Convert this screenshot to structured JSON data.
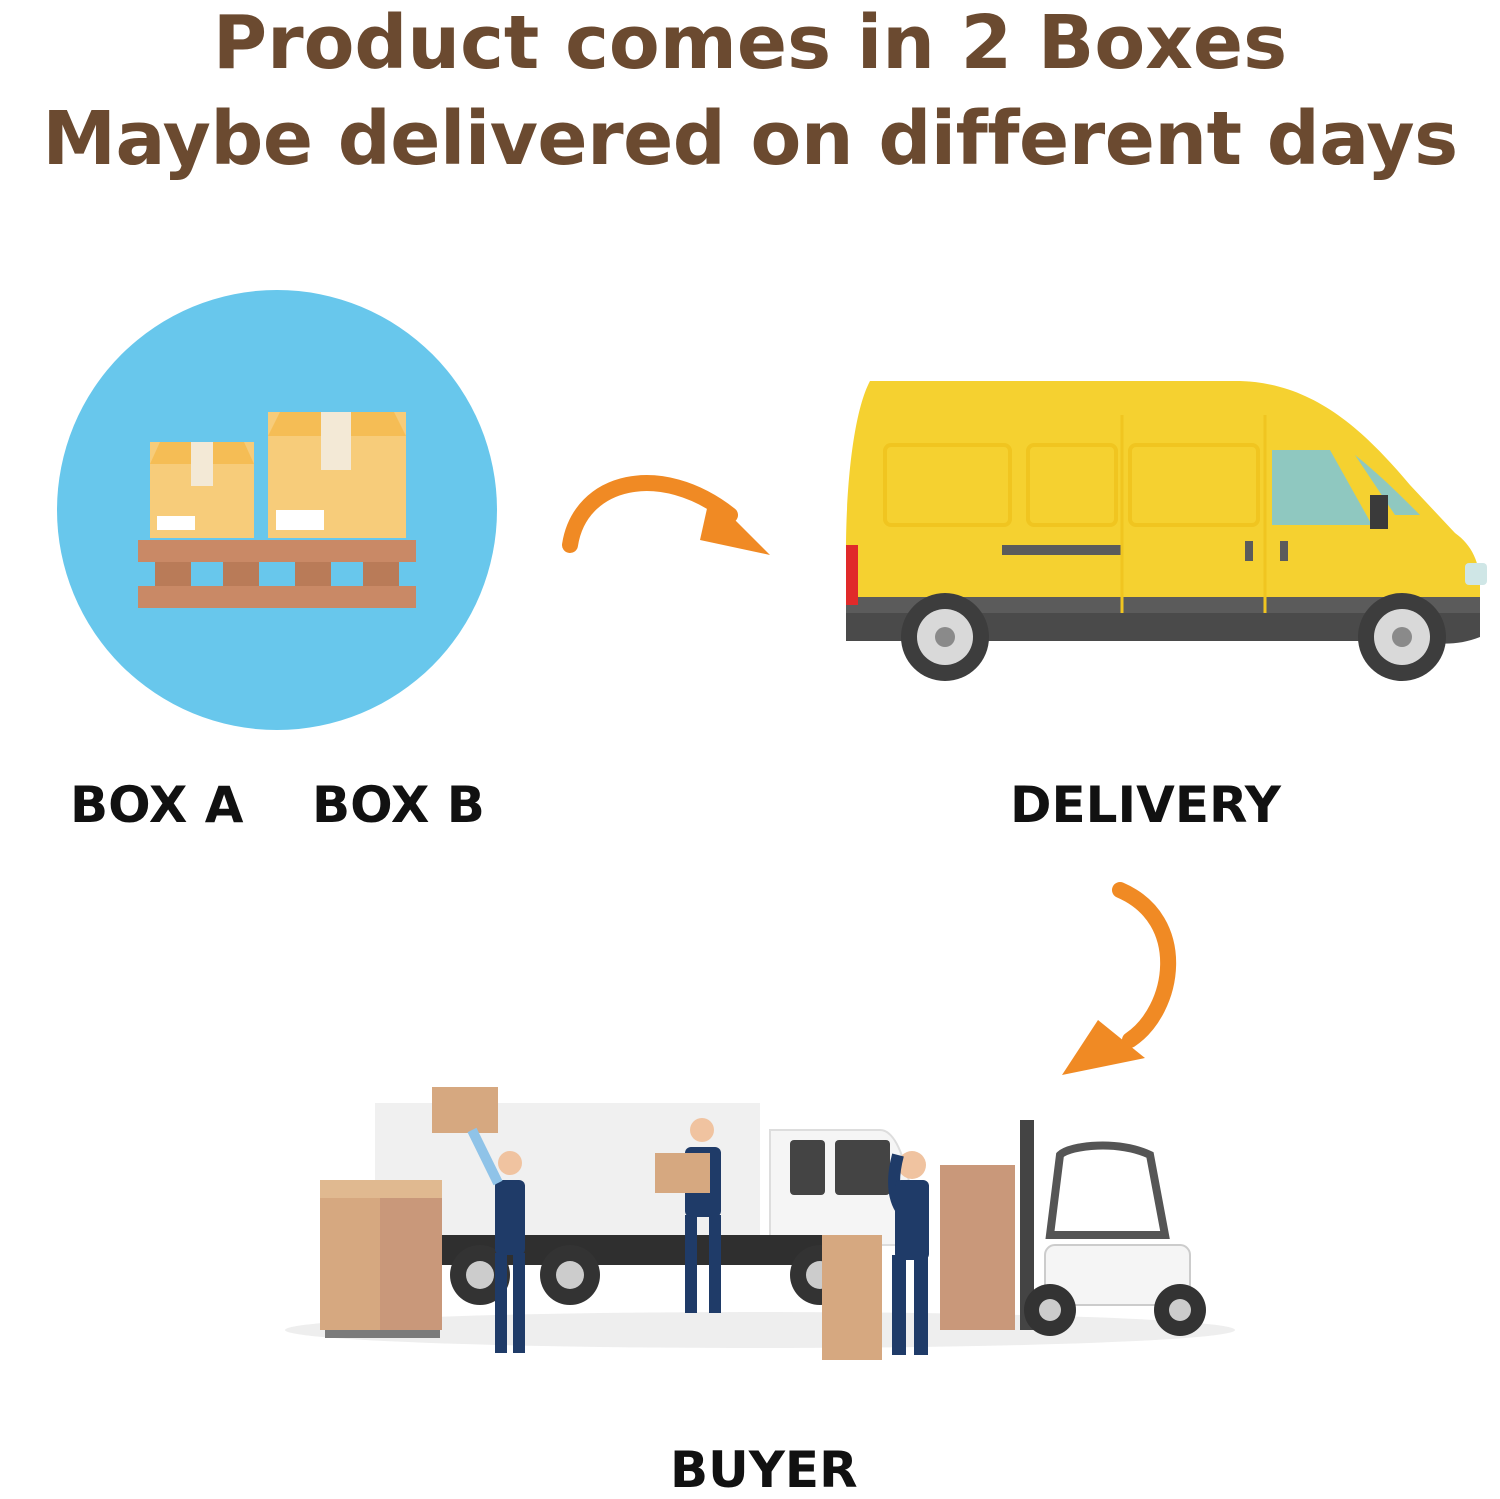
{
  "headline": {
    "line1": "Product comes in 2 Boxes",
    "line2": "Maybe delivered on different days"
  },
  "labels": {
    "box_a": "BOX A",
    "box_b": "BOX B",
    "delivery": "DELIVERY",
    "buyer": "BUYER"
  },
  "icons": {
    "boxes_on_pallet": "boxes-pallet-icon",
    "van": "delivery-van-icon",
    "arrow": "curved-arrow-icon",
    "warehouse_scene": "warehouse-workers-scene"
  },
  "colors": {
    "headline": "#6b4a30",
    "circle": "#68c7ec",
    "box": "#f7cc7a",
    "pallet": "#c98966",
    "van": "#f5d130",
    "arrow": "#f08a24"
  }
}
